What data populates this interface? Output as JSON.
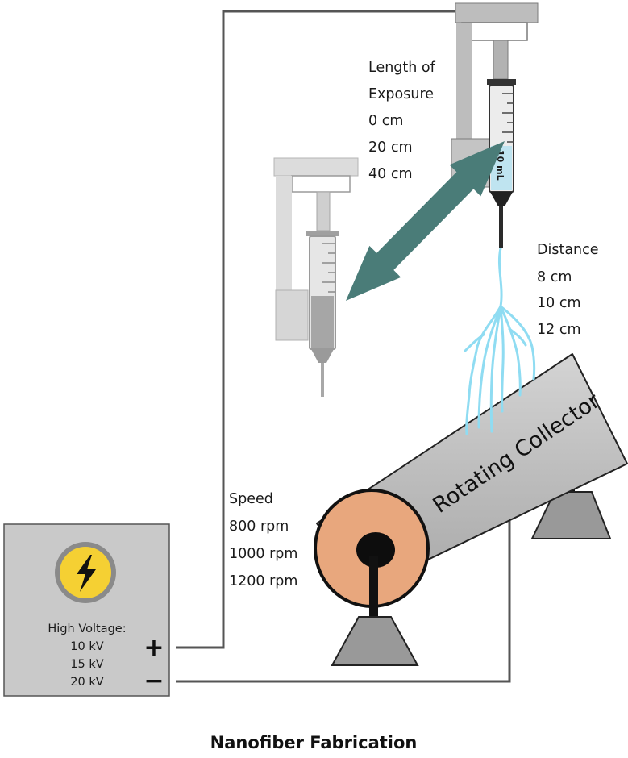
{
  "title": "Nanofiber Fabrication",
  "syringe_volume": "10 mL",
  "length_of_exposure": {
    "label_line1": "Length of",
    "label_line2": "Exposure",
    "values": [
      "0 cm",
      "20 cm",
      "40 cm"
    ]
  },
  "distance": {
    "label": "Distance",
    "values": [
      "8 cm",
      "10 cm",
      "12 cm"
    ]
  },
  "speed": {
    "label": "Speed",
    "values": [
      "800 rpm",
      "1000 rpm",
      "1200 rpm"
    ]
  },
  "power_supply": {
    "label": "High Voltage:",
    "values": [
      "10 kV",
      "15 kV",
      "20 kV"
    ],
    "positive_sign": "+",
    "negative_sign": "−",
    "icon": "lightning-bolt-icon"
  },
  "collector": {
    "label": "Rotating Collector"
  },
  "colors": {
    "arrow": "#4a7c78",
    "collector_end": "#e8a77d",
    "collector_body": "#bbbbbb",
    "fiber": "#8fdcf2",
    "liquid": "#bfe4f0",
    "icon_yellow": "#f5d033"
  }
}
